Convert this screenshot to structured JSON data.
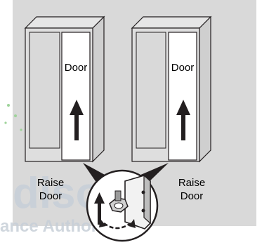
{
  "colors": {
    "background": "#ffffff",
    "panel": "#d9d9d9",
    "outline": "#231f20",
    "cabinet_side": "#dedede",
    "door_face": "#ffffff",
    "arrow": "#231f20",
    "watermark": "#c7cfd8",
    "watermark_dots": "#9ed39a"
  },
  "left_unit": {
    "door_label": "Door",
    "action_label_line1": "Raise",
    "action_label_line2": "Door",
    "arrow_icon": "up-arrow-icon"
  },
  "right_unit": {
    "door_label": "Door",
    "action_label_line1": "Raise",
    "action_label_line2": "Door",
    "arrow_icon": "up-arrow-icon"
  },
  "detail_icon": "hinge-adjust-icon",
  "watermark": {
    "line1": "dison",
    "line2": "ance Authority™"
  }
}
